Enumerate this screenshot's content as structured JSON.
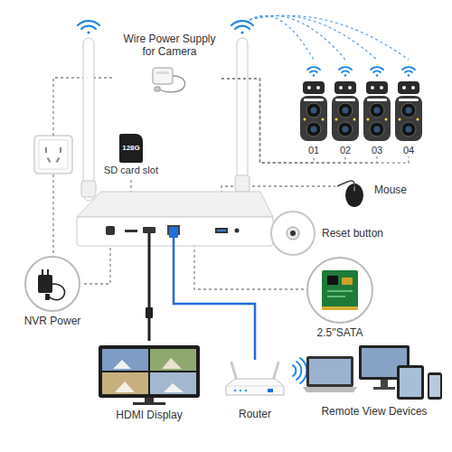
{
  "diagram": {
    "nodes": [
      {
        "text": [
          "Wire Power Supply for Camera"
        ]
      },
      {
        "text": [
          "01"
        ]
      },
      {
        "text": [
          "02"
        ]
      },
      {
        "text": [
          "03"
        ]
      },
      {
        "text": [
          "04"
        ]
      },
      {
        "text": [
          "128G",
          "SD card slot"
        ]
      },
      {
        "text": [
          "Mouse"
        ]
      },
      {
        "text": [
          "Reset button"
        ]
      },
      {
        "text": [
          "2.5''SATA"
        ]
      },
      {
        "text": [
          "NVR Power"
        ]
      },
      {
        "text": [
          "HDMI Display"
        ]
      },
      {
        "text": [
          "Router"
        ]
      },
      {
        "text": [
          "Remote View Devices"
        ]
      }
    ],
    "edges": [
      {
        "from": 0,
        "to": 1,
        "arrow": "none"
      },
      {
        "from": 0,
        "to": 2,
        "arrow": "none"
      },
      {
        "from": 0,
        "to": 3,
        "arrow": "none"
      },
      {
        "from": 0,
        "to": 4,
        "arrow": "none"
      }
    ]
  }
}
